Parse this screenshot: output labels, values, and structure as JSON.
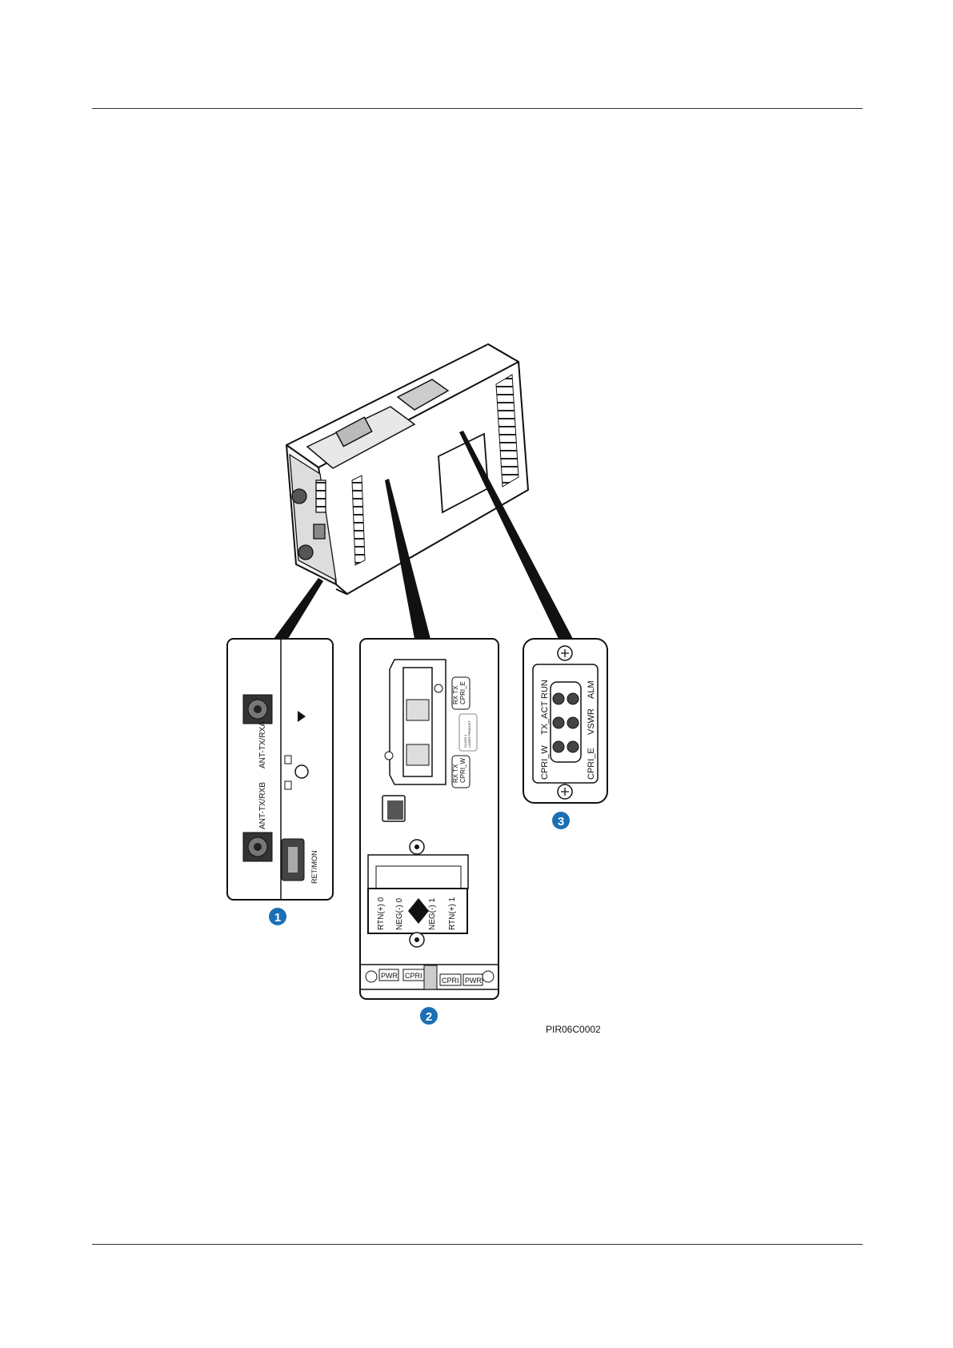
{
  "figure": {
    "id": "PIR06C0002",
    "callouts": [
      "1",
      "2",
      "3"
    ],
    "panel1": {
      "ant_a": "ANT-TX/RXA",
      "ant_b": "ANT-TX/RXB",
      "ret": "RET/MON"
    },
    "panel2": {
      "cpri_e": "RX  TX\nCPRI_E",
      "cpri_w": "RX  TX\nCPRI_W",
      "class1": "CLASS 1\nLASER PRODUCT",
      "rtn0": "RTN(+) 0",
      "neg0": "NEG(-) 0",
      "neg1": "NEG(-) 1",
      "rtn1": "RTN(+) 1",
      "bottom_labels": [
        "PWR",
        "CPRI",
        "CPRI",
        "PWR"
      ]
    },
    "panel3": {
      "cpri_w": "CPRI_W",
      "tx_act": "TX_ACT",
      "run": "RUN",
      "cpri_e": "CPRI_E",
      "vswr": "VSWR",
      "alm": "ALM"
    }
  },
  "colors": {
    "callout": "#1b6fb5",
    "line": "#111111"
  }
}
